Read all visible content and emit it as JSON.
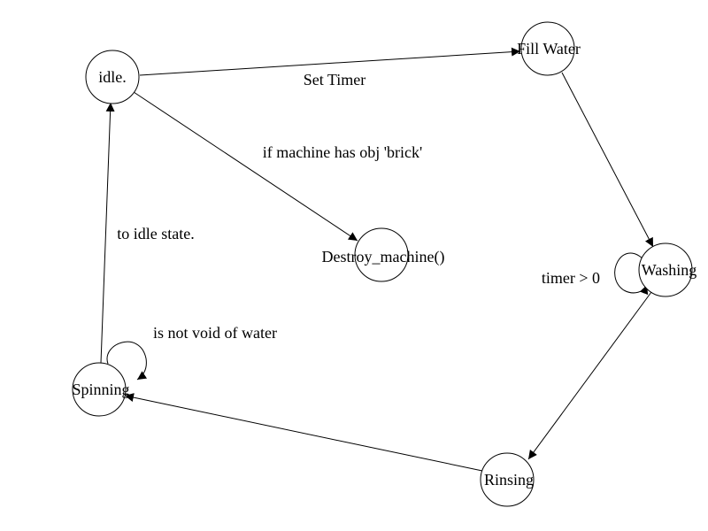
{
  "diagram": {
    "nodes": {
      "idle": "idle.",
      "fill_water": "Fill Water",
      "washing": "Washing",
      "rinsing": "Rinsing",
      "spinning": "Spinning",
      "destroy": "Destroy_machine()"
    },
    "edges": {
      "idle_to_fill": "Set Timer",
      "idle_to_destroy": "if machine has obj 'brick'",
      "washing_self": "timer > 0",
      "spinning_self": "is not void of water",
      "spinning_to_idle": "to idle state."
    }
  }
}
